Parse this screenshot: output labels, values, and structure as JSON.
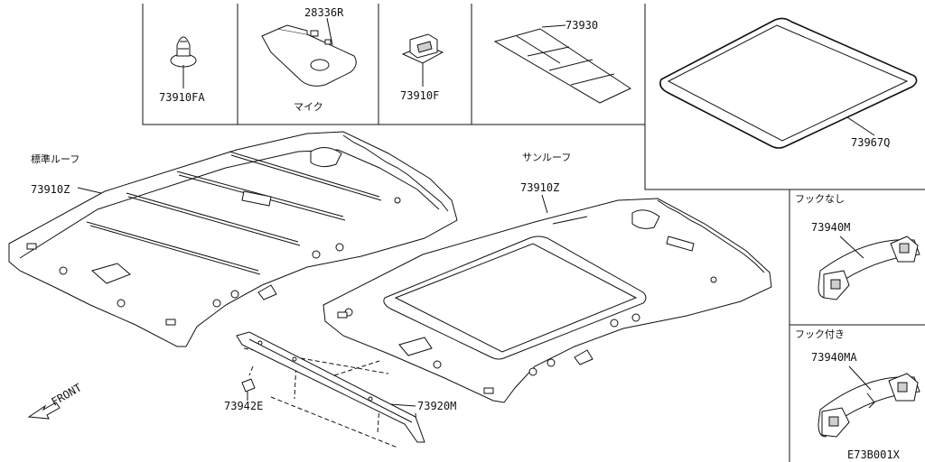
{
  "diagram": {
    "id_code": "E73B001X",
    "front_label": "FRONT",
    "panels": {
      "clip_fa": {
        "part_number": "73910FA"
      },
      "mic": {
        "part_number": "28336R",
        "caption": "マイク"
      },
      "clip_f": {
        "part_number": "73910F"
      },
      "pad": {
        "part_number": "73930"
      },
      "seal": {
        "part_number": "73967Q"
      },
      "grip_no_hook": {
        "caption": "フックなし",
        "part_number": "73940M"
      },
      "grip_hook": {
        "caption": "フック付き",
        "part_number": "73940MA"
      }
    },
    "headliner_standard": {
      "caption": "標準ルーフ",
      "part_number": "73910Z"
    },
    "headliner_sunroof": {
      "caption": "サンルーフ",
      "part_number": "73910Z"
    },
    "clip_e": {
      "part_number": "73942E"
    },
    "trim_m": {
      "part_number": "73920M"
    }
  }
}
